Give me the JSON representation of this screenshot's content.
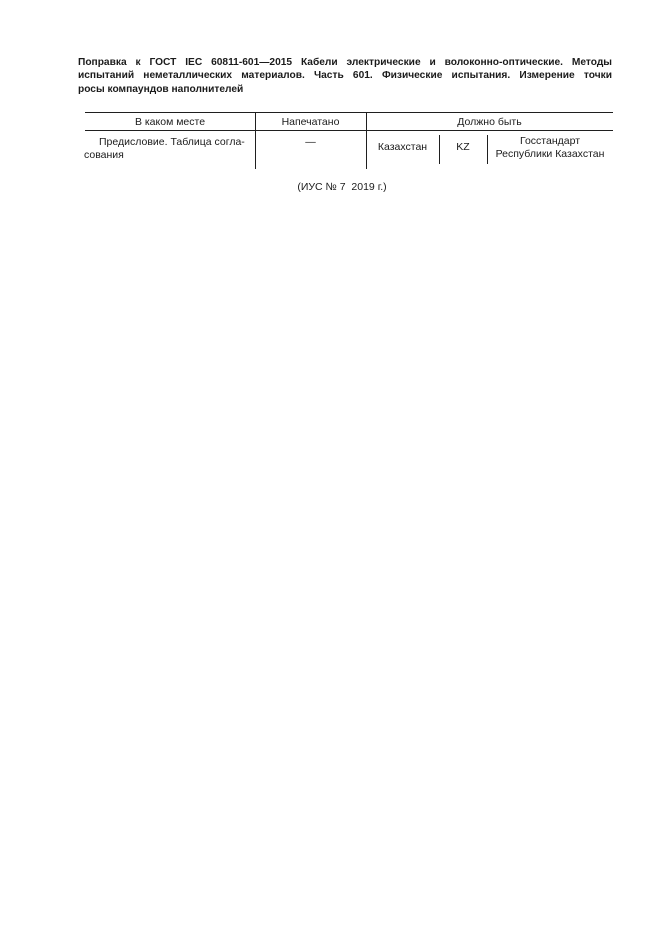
{
  "heading": {
    "lines": [
      "Поправка к ГОСТ IEC 60811-601—2015 Кабели электрические и волоконно-оптические. Методы",
      "испытаний неметаллических материалов. Часть 601. Физические испытания. Измерение точки",
      "росы компаундов наполнителей"
    ]
  },
  "table": {
    "column_headers": [
      "В каком месте",
      "Напечатано",
      "Должно быть"
    ],
    "rows": [
      {
        "location": "Предисловие. Таблица согла-\nсования",
        "printed": "—",
        "should_be": {
          "country": "Казахстан",
          "country_code": "KZ",
          "authority": "Госстандарт\nРеспублики Казахстан"
        }
      }
    ]
  },
  "footer": {
    "source_note": "(ИУС № 7  2019 г.)"
  }
}
